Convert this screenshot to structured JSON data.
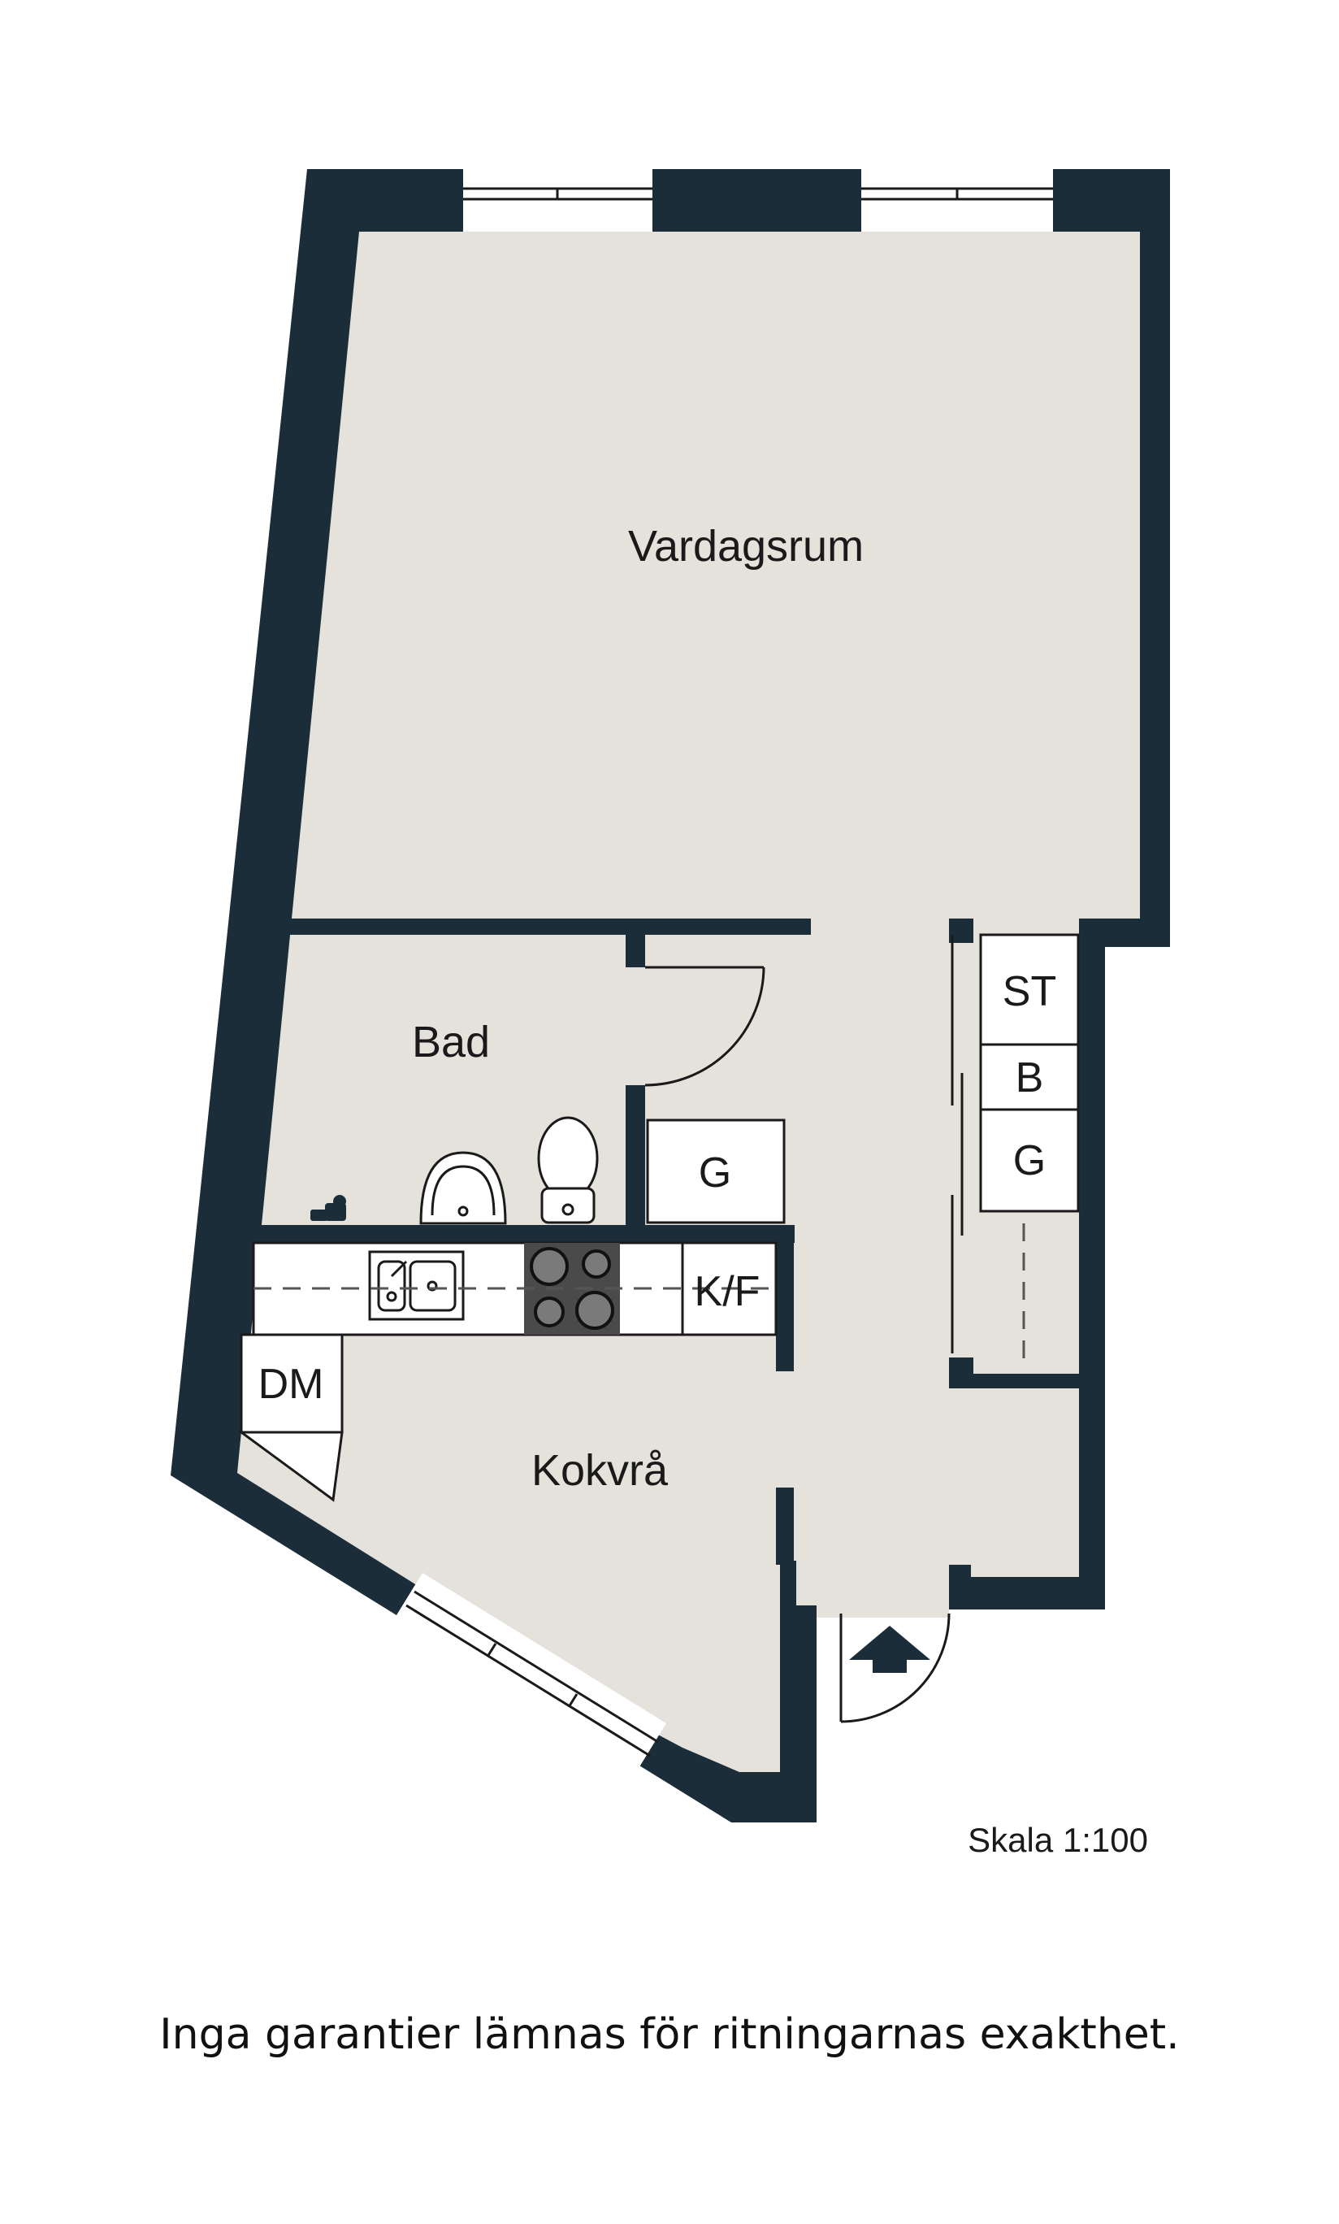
{
  "rooms": {
    "living": "Vardagsrum",
    "bath": "Bad",
    "kitchen": "Kokvrå"
  },
  "units": {
    "st": "ST",
    "b": "B",
    "g_closet": "G",
    "g_bath": "G",
    "kf": "K/F",
    "dm": "DM"
  },
  "scale": "Skala 1:100",
  "disclaimer": "Inga garantier lämnas för ritningarnas exakthet.",
  "colors": {
    "wall": "#1c2d3a",
    "floor": "#e5e2db",
    "background": "#ffffff"
  },
  "icons": {
    "entrance": "entrance-arrow-icon",
    "sink": "sink-icon",
    "stove": "stove-icon",
    "toilet": "toilet-icon",
    "washbasin": "washbasin-icon",
    "faucet": "faucet-icon"
  }
}
